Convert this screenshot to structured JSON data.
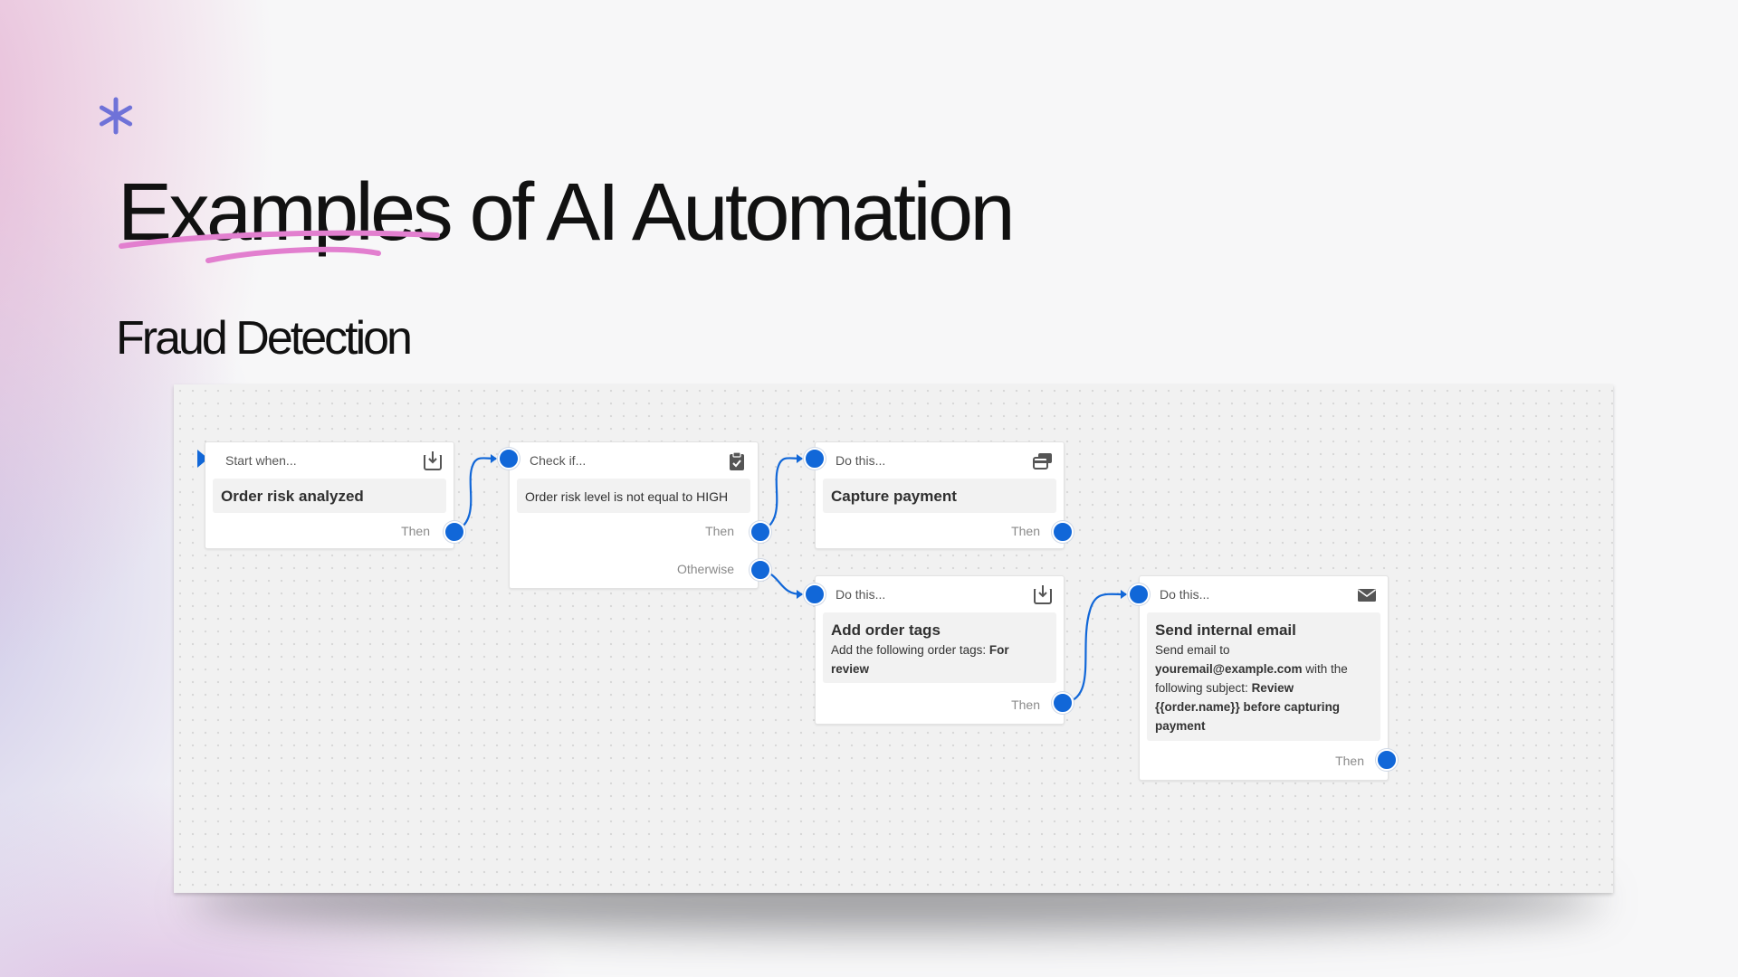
{
  "slide": {
    "title": "Examples of AI Automation",
    "subtitle": "Fraud Detection"
  },
  "colors": {
    "accent_asterisk": "#6f72d8",
    "accent_underline": "#e27fcf",
    "connector_blue": "#1167d8"
  },
  "workflow": {
    "nodes": {
      "start": {
        "header": "Start when...",
        "title": "Order risk analyzed",
        "outputs": [
          "Then"
        ],
        "icon": "download-box-icon"
      },
      "check": {
        "header": "Check if...",
        "condition": "Order risk level is not equal to HIGH",
        "outputs": [
          "Then",
          "Otherwise"
        ],
        "icon": "clipboard-check-icon"
      },
      "capture": {
        "header": "Do this...",
        "title": "Capture payment",
        "outputs": [
          "Then"
        ],
        "icon": "cards-icon"
      },
      "tags": {
        "header": "Do this...",
        "title": "Add order tags",
        "desc_text": "Add the following order tags: ",
        "desc_bold": "For review",
        "outputs": [
          "Then"
        ],
        "icon": "download-box-icon"
      },
      "email": {
        "header": "Do this...",
        "title": "Send internal email",
        "desc_1": "Send email to",
        "desc_email": "youremail@example.com",
        "desc_2": " with the following subject: ",
        "desc_subject": "Review {{order.name}} before capturing payment",
        "outputs": [
          "Then"
        ],
        "icon": "envelope-icon"
      }
    }
  }
}
